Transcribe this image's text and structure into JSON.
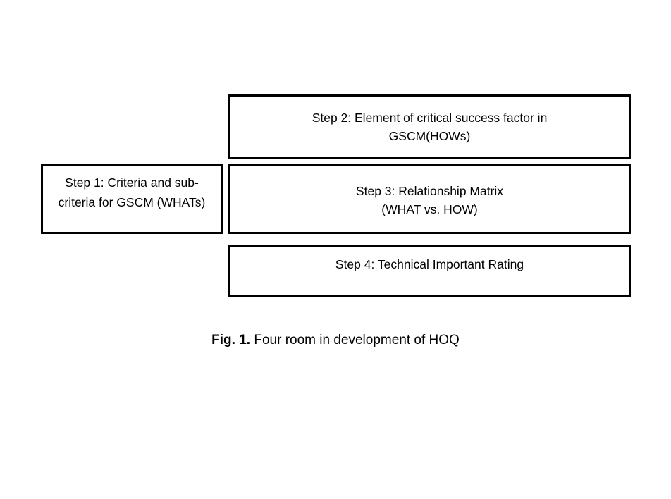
{
  "step2": {
    "line1": "Step 2: Element of critical success factor in",
    "line2": "GSCM(HOWs)"
  },
  "step1": {
    "line1": "Step 1: Criteria and sub-",
    "line2": "criteria for GSCM (WHATs)"
  },
  "step3": {
    "line1": "Step 3: Relationship Matrix",
    "line2": "(WHAT vs. HOW)"
  },
  "step4": {
    "line1": "Step 4: Technical Important Rating"
  },
  "caption": {
    "label": "Fig. 1.",
    "text": "Four room in development of HOQ"
  }
}
